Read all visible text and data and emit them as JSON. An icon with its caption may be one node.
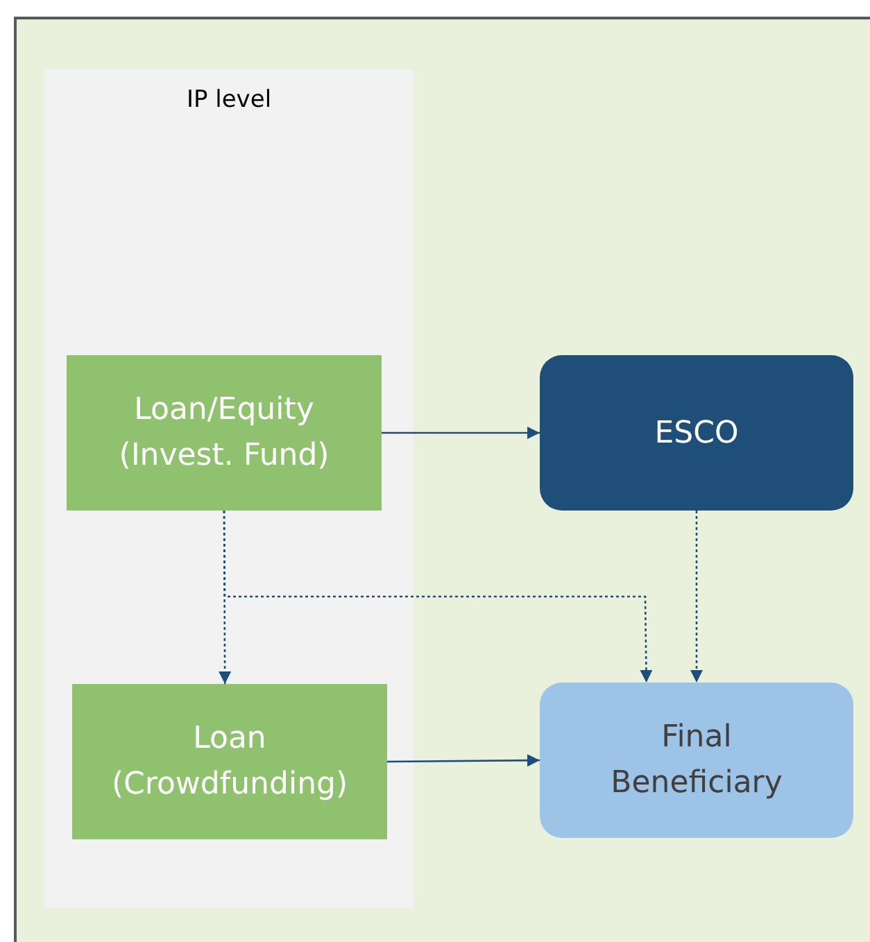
{
  "diagram": {
    "nodes": [
      {
        "text": [
          "IP level"
        ]
      },
      {
        "text": [
          "Loan/Equity (Invest. Fund)"
        ],
        "in": 0
      },
      {
        "text": [
          "Loan (Crowdfunding)"
        ],
        "in": 0
      },
      {
        "text": [
          "ESCO"
        ]
      },
      {
        "text": [
          "Final Beneficiary"
        ]
      }
    ],
    "edges": [
      {
        "from": 1,
        "to": 3,
        "arrow": "to"
      },
      {
        "from": 1,
        "to": 2,
        "arrow": "to",
        "style": "dashed"
      },
      {
        "from": 1,
        "to": 4,
        "arrow": "to",
        "style": "dashed"
      },
      {
        "from": 3,
        "to": 4,
        "arrow": "to",
        "style": "dashed"
      },
      {
        "from": 2,
        "to": 4,
        "arrow": "to"
      }
    ]
  }
}
